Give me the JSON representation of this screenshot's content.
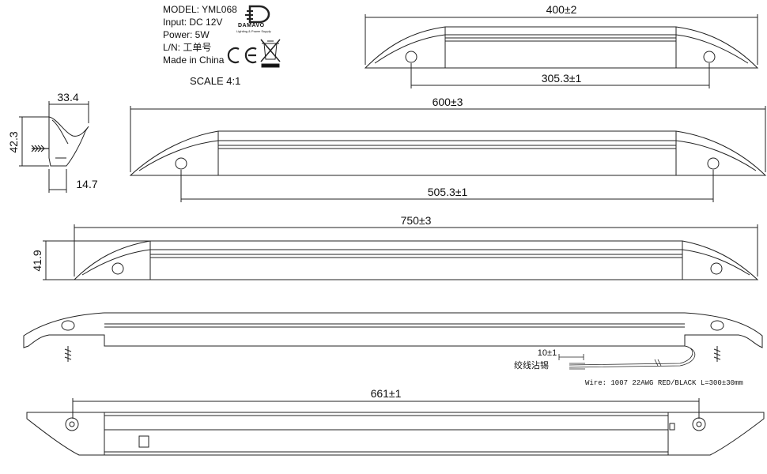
{
  "spec": {
    "model": "MODEL: YML068",
    "input": "Input: DC 12V",
    "power": "Power: 5W",
    "ln": "L/N:  工单号",
    "origin": "Made in China"
  },
  "scale": "SCALE 4:1",
  "brand": {
    "name": "DAMAVO",
    "tagline": "Lighting & Power Supply"
  },
  "marks": {
    "ce": "CE",
    "weee": "WEEE bin icon"
  },
  "dimensions": {
    "w400": "400±2",
    "w305": "305.3±1",
    "w600": "600±3",
    "w505": "505.3±1",
    "w750": "750±3",
    "h419": "41.9",
    "w661": "661±1",
    "w33": "33.4",
    "h42": "42.3",
    "w147": "14.7",
    "w10": "10±1"
  },
  "notes": {
    "tin": "绞线沾锡",
    "wire": "Wire: 1007 22AWG RED/BLACK L=300±30mm"
  }
}
